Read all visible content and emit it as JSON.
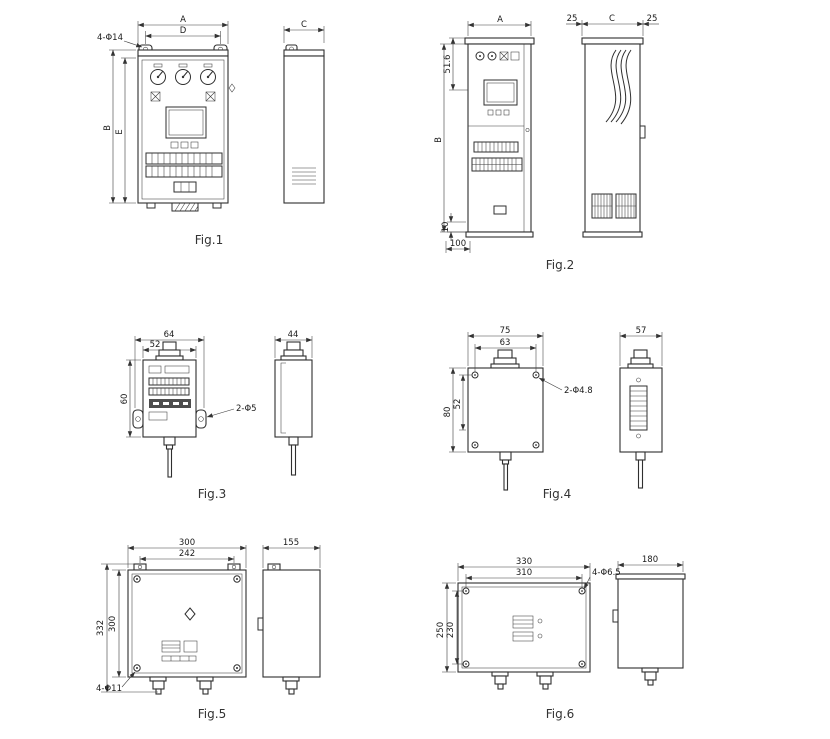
{
  "figures": [
    {
      "caption": "Fig.1",
      "labels": {
        "hole_note": "4-Φ14",
        "width_outer": "A",
        "width_inner": "D",
        "height_outer": "B",
        "height_inner": "E",
        "depth": "C"
      }
    },
    {
      "caption": "Fig.2",
      "labels": {
        "width": "A",
        "height": "B",
        "top_section": "51.6",
        "bottom_small": "10",
        "bottom_large": "100",
        "overhang_left": "25",
        "depth": "C",
        "overhang_right": "25"
      }
    },
    {
      "caption": "Fig.3",
      "labels": {
        "width_outer": "64",
        "width_inner": "52",
        "height": "60",
        "depth": "44",
        "hole_note": "2-Φ5"
      }
    },
    {
      "caption": "Fig.4",
      "labels": {
        "width_outer": "75",
        "width_inner": "63",
        "height_outer": "80",
        "height_inner": "52",
        "depth": "57",
        "hole_note": "2-Φ4.8"
      }
    },
    {
      "caption": "Fig.5",
      "labels": {
        "width_outer": "300",
        "width_inner": "242",
        "height_outer": "332",
        "height_inner": "300",
        "depth": "155",
        "hole_note": "4-Φ11"
      }
    },
    {
      "caption": "Fig.6",
      "labels": {
        "width_outer": "330",
        "width_inner": "310",
        "height_outer": "250",
        "height_inner": "230",
        "depth": "180",
        "hole_note": "4-Φ6.5"
      }
    }
  ]
}
